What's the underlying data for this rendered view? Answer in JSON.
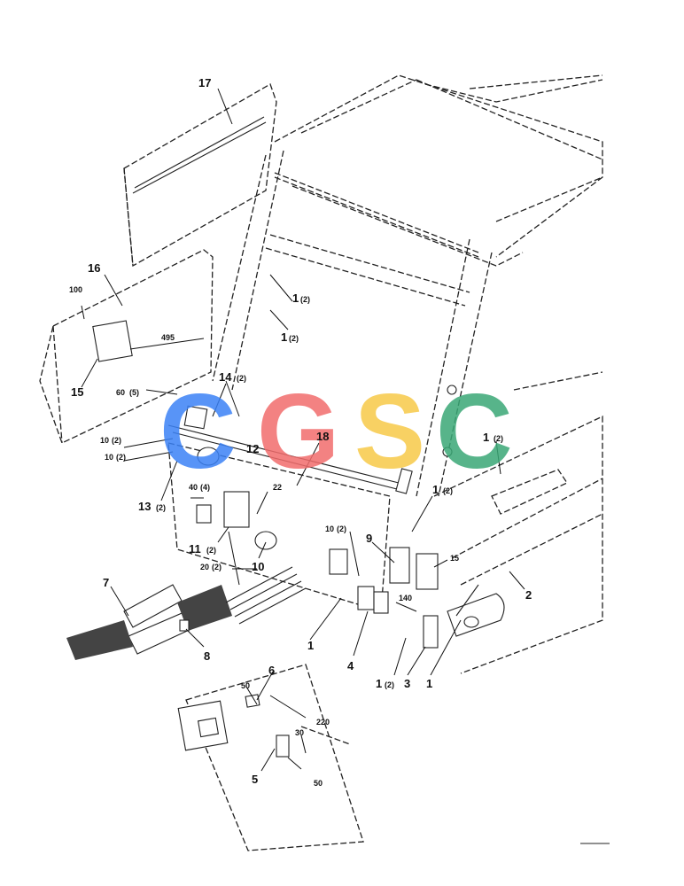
{
  "callouts": [
    {
      "num": "17",
      "qty": ""
    },
    {
      "num": "16",
      "qty": ""
    },
    {
      "num": "100",
      "qty": ""
    },
    {
      "num": "495",
      "qty": ""
    },
    {
      "num": "15",
      "qty": ""
    },
    {
      "num": "60",
      "qty": "(5)"
    },
    {
      "num": "14",
      "qty": "(2)"
    },
    {
      "num": "12",
      "qty": ""
    },
    {
      "num": "10",
      "qty": "(2)"
    },
    {
      "num": "10",
      "qty": "(2)"
    },
    {
      "num": "13",
      "qty": "(2)"
    },
    {
      "num": "18",
      "qty": ""
    },
    {
      "num": "40",
      "qty": "(4)"
    },
    {
      "num": "22",
      "qty": ""
    },
    {
      "num": "11",
      "qty": "(2)"
    },
    {
      "num": "20",
      "qty": "(2)"
    },
    {
      "num": "10",
      "qty": ""
    },
    {
      "num": "7",
      "qty": ""
    },
    {
      "num": "8",
      "qty": ""
    },
    {
      "num": "1",
      "qty": "(2)"
    },
    {
      "num": "1",
      "qty": "(2)"
    },
    {
      "num": "1",
      "qty": "(2)"
    },
    {
      "num": "1",
      "qty": "(2)"
    },
    {
      "num": "9",
      "qty": ""
    },
    {
      "num": "10",
      "qty": "(2)"
    },
    {
      "num": "15",
      "qty": ""
    },
    {
      "num": "2",
      "qty": ""
    },
    {
      "num": "140",
      "qty": ""
    },
    {
      "num": "1",
      "qty": ""
    },
    {
      "num": "4",
      "qty": ""
    },
    {
      "num": "1",
      "qty": "(2)"
    },
    {
      "num": "3",
      "qty": ""
    },
    {
      "num": "1",
      "qty": ""
    },
    {
      "num": "6",
      "qty": ""
    },
    {
      "num": "50",
      "qty": ""
    },
    {
      "num": "220",
      "qty": ""
    },
    {
      "num": "30",
      "qty": ""
    },
    {
      "num": "5",
      "qty": ""
    },
    {
      "num": "50",
      "qty": ""
    }
  ],
  "watermark": {
    "letters": [
      "C",
      "G",
      "S",
      "C"
    ],
    "colors": [
      "#3b82f6",
      "#f26d6d",
      "#f7c948",
      "#3aa876"
    ]
  }
}
